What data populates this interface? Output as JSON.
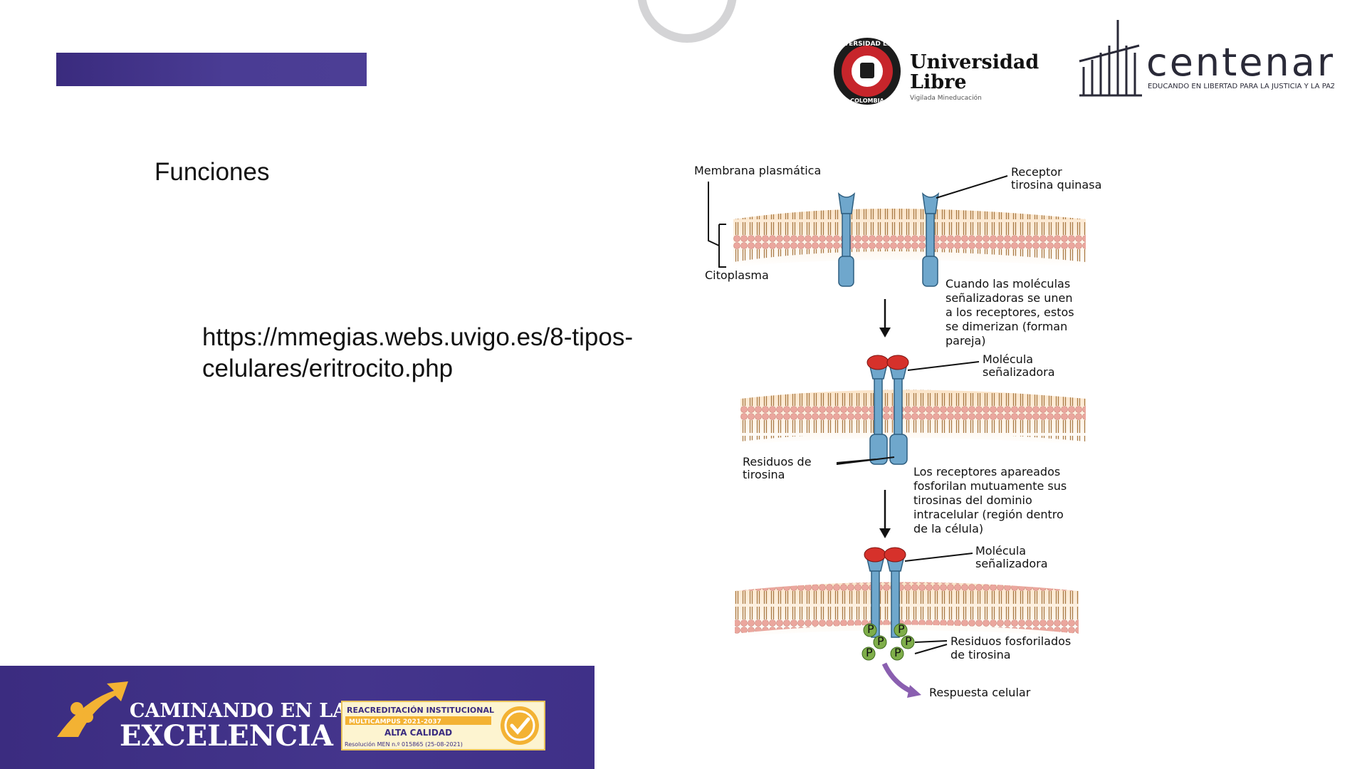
{
  "slide": {
    "title": "Funciones",
    "link_line1": "https://mmegias.webs.uvigo.es/8-tipos-",
    "link_line2": "celulares/eritrocito.php"
  },
  "header": {
    "university_name_line1": "Universidad",
    "university_name_line2": "Libre",
    "university_motto": "Vigilada Mineducación",
    "seal_top_text": "UNIVERSIDAD LIBRE",
    "seal_bottom_text": "COLOMBIA",
    "centenario_word": "centenario",
    "centenario_tagline": "EDUCANDO EN LIBERTAD PARA LA JUSTICIA Y LA PAZ"
  },
  "diagram": {
    "label_membrana": "Membrana plasmática",
    "label_receptor_1": "Receptor",
    "label_receptor_2": "tirosina quinasa",
    "label_citoplasma": "Citoplasma",
    "step1_text": [
      "Cuando las moléculas",
      "señalizadoras se unen",
      "a los receptores, estos",
      "se dimerizan (forman",
      "pareja)"
    ],
    "label_molecula_1": "Molécula",
    "label_molecula_2": "señalizadora",
    "label_residuos_1": "Residuos de",
    "label_residuos_2": "tirosina",
    "step2_text": [
      "Los receptores apareados",
      "fosforilan mutuamente sus",
      "tirosinas del dominio",
      "intracelular (región dentro",
      "de la célula)"
    ],
    "label_fosforilados_1": "Residuos fosforilados",
    "label_fosforilados_2": "de tirosina",
    "label_respuesta": "Respuesta celular",
    "phosphate_label": "P",
    "colors": {
      "receptor": "#6fa7cc",
      "ligand": "#d6312b",
      "phosphate": "#7fae4a",
      "membrane_head": "#e8a8a0",
      "response_arrow": "#8a5fb0"
    }
  },
  "footer": {
    "campaign_line1": "CAMINANDO EN LA",
    "campaign_line2": "EXCELENCIA",
    "badge_line1": "REACREDITACIÓN INSTITUCIONAL",
    "badge_line2": "MULTICAMPUS 2021-2037",
    "badge_line3": "ALTA CALIDAD",
    "badge_line4": "Resolución MEN n.º 015865 (25-08-2021)"
  }
}
